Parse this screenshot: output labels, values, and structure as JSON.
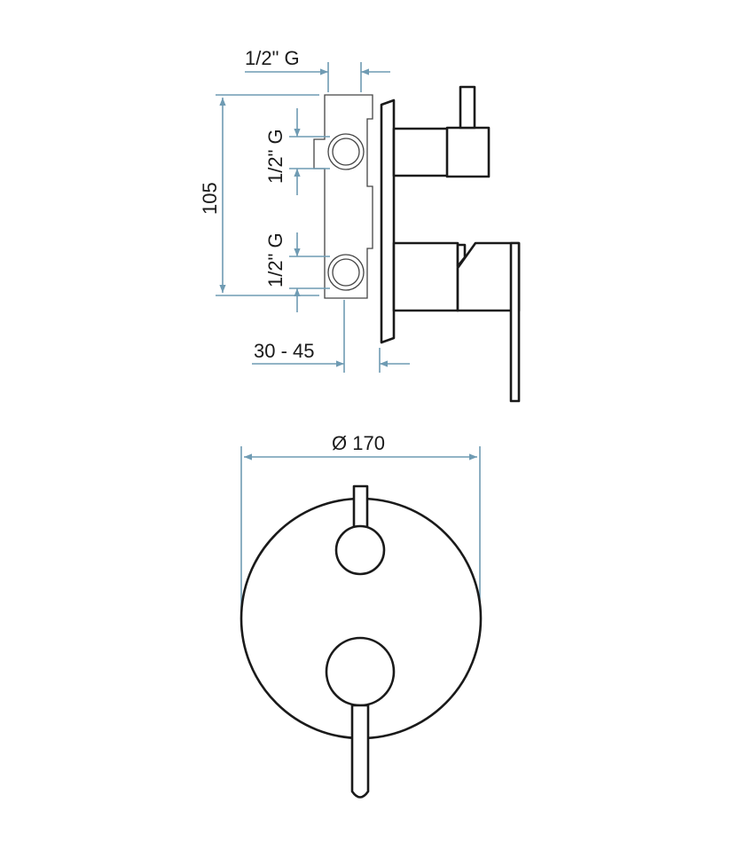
{
  "dimensions": {
    "top_thread": "1/2\" G",
    "height": "105",
    "upper_inlet_thread": "1/2\" G",
    "lower_inlet_thread": "1/2\" G",
    "installation_depth": "30 - 45",
    "plate_diameter": "Ø 170"
  },
  "colors": {
    "dimension_line": "#6f9bb3",
    "outline": "#1a1a1a",
    "background": "#ffffff"
  }
}
